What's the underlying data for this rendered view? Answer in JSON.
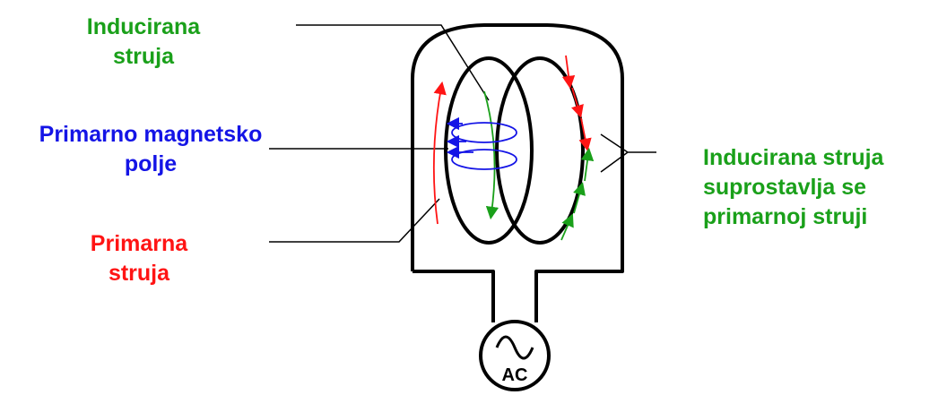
{
  "colors": {
    "green": "#1aa01a",
    "blue": "#1414e6",
    "red": "#ff1414",
    "black": "#000000"
  },
  "labels": {
    "induced_top": [
      "Inducirana",
      "struja"
    ],
    "primary_field": [
      "Primarno magnetsko",
      "polje"
    ],
    "primary_current": [
      "Primarna",
      "struja"
    ],
    "induced_right": [
      "Inducirana struja",
      "suprostavlja se",
      "primarnoj struji"
    ]
  },
  "source": {
    "label": "AC",
    "icon": "sine-wave-icon"
  }
}
